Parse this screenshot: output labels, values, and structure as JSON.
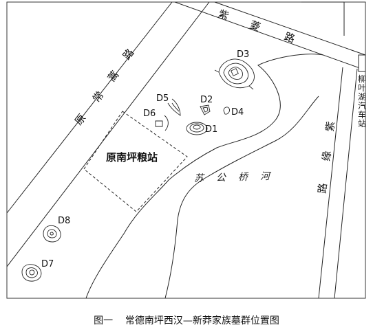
{
  "roads": {
    "yuanchang": [
      "原",
      "常",
      "蒿",
      "路"
    ],
    "zilingtop": [
      "紫",
      "菱",
      "路"
    ],
    "zilingright": [
      "紫",
      "缘",
      "路"
    ]
  },
  "river": [
    "苏",
    "公",
    "桥",
    "河"
  ],
  "station": "原南坪粮站",
  "bus_stop": [
    "柳",
    "叶",
    "湖",
    "汽",
    "车",
    "站"
  ],
  "tombs": [
    "D1",
    "D2",
    "D3",
    "D4",
    "D5",
    "D6",
    "D7",
    "D8"
  ],
  "caption": {
    "figure": "图一",
    "title": "常德南坪西汉—新莽家族墓群位置图"
  }
}
